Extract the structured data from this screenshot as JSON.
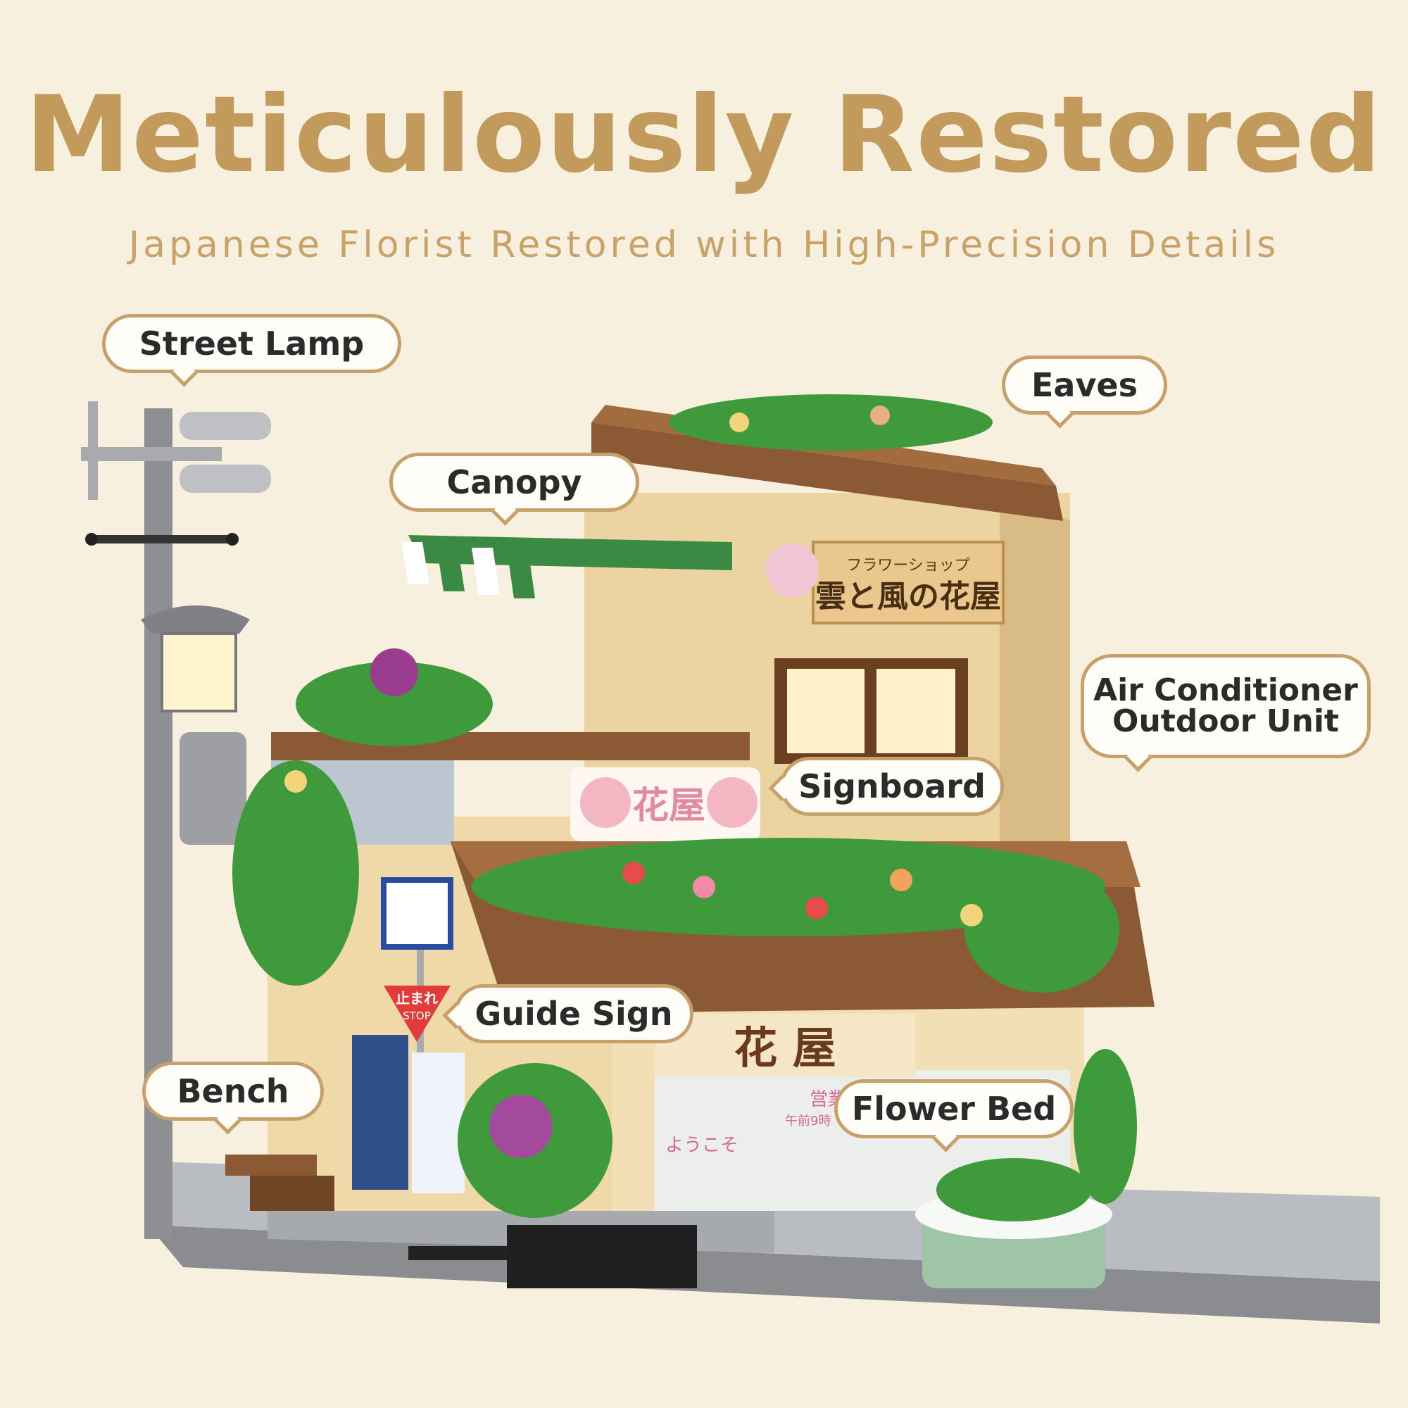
{
  "header": {
    "title": "Meticulously Restored",
    "subtitle": "Japanese Florist Restored with High-Precision Details"
  },
  "callouts": {
    "street_lamp": "Street Lamp",
    "eaves": "Eaves",
    "canopy": "Canopy",
    "air_conditioner_line1": "Air Conditioner",
    "air_conditioner_line2": "Outdoor Unit",
    "signboard": "Signboard",
    "guide_sign": "Guide Sign",
    "bench": "Bench",
    "flower_bed": "Flower Bed"
  },
  "model": {
    "shop_katakana": "フラワーショップ",
    "shop_name": "雲と風の花屋",
    "sign_text": "花屋",
    "storefront_text": "花 屋",
    "stop_sign_jp": "止まれ",
    "stop_sign_en": "STOP",
    "hours_text": "営業時",
    "hours_sub": "午前9時",
    "welcome_text": "ようこそ"
  },
  "colors": {
    "background": "#f8f0de",
    "title": "#c29a5c",
    "accent_border": "#c7a06a",
    "wall": "#ecd3a2",
    "roof": "#8b5a34",
    "leaf": "#3f9a3c"
  }
}
